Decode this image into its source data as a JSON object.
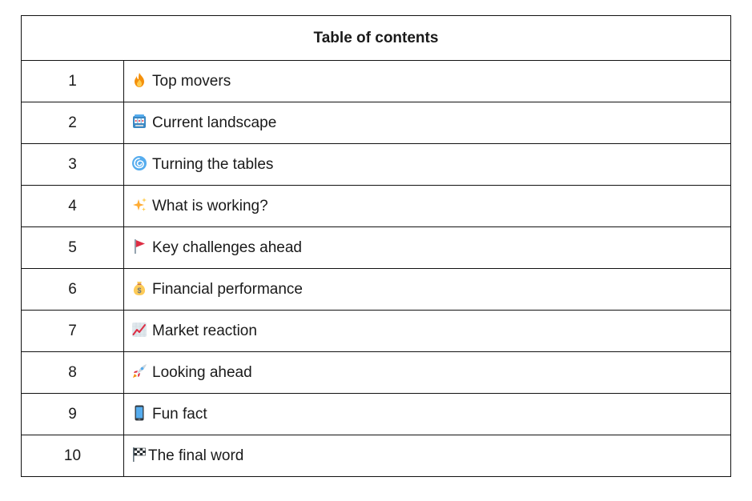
{
  "toc": {
    "title": "Table of contents",
    "rows": [
      {
        "num": "1",
        "icon": "fire-icon",
        "label": "Top movers"
      },
      {
        "num": "2",
        "icon": "slot-machine-icon",
        "label": "Current landscape"
      },
      {
        "num": "3",
        "icon": "cyclone-icon",
        "label": "Turning the tables"
      },
      {
        "num": "4",
        "icon": "sparkles-icon",
        "label": "What is working?"
      },
      {
        "num": "5",
        "icon": "red-flag-icon",
        "label": "Key challenges ahead"
      },
      {
        "num": "6",
        "icon": "money-bag-icon",
        "label": "Financial performance"
      },
      {
        "num": "7",
        "icon": "chart-increasing-icon",
        "label": "Market reaction"
      },
      {
        "num": "8",
        "icon": "rocket-icon",
        "label": "Looking ahead"
      },
      {
        "num": "9",
        "icon": "mobile-phone-icon",
        "label": "Fun fact"
      },
      {
        "num": "10",
        "icon": "checkered-flag-icon",
        "label": "The final word"
      }
    ]
  }
}
